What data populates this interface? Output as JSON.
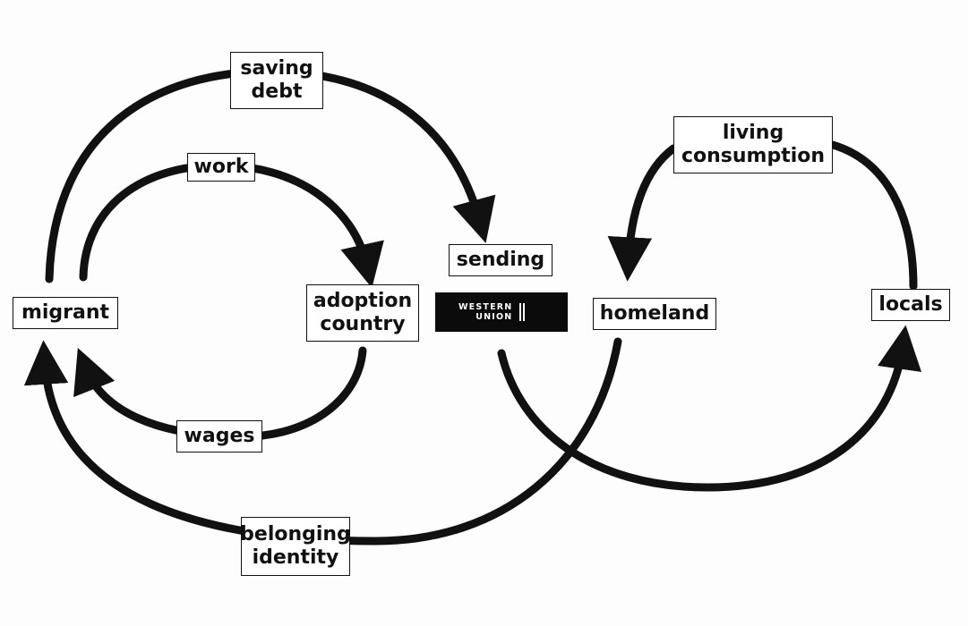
{
  "nodes": {
    "saving_debt": [
      "saving",
      "debt"
    ],
    "work": "work",
    "living_consumption": [
      "living",
      "consumption"
    ],
    "sending": "sending",
    "migrant": "migrant",
    "adoption_country": [
      "adoption",
      "country"
    ],
    "homeland": "homeland",
    "locals": "locals",
    "wages": "wages",
    "belonging_identity": [
      "belonging",
      "identity"
    ]
  },
  "logo": {
    "line1": "WESTERN",
    "line2": "UNION"
  },
  "colors": {
    "stroke": "#111111",
    "logo_bg": "#0b0b0b"
  }
}
